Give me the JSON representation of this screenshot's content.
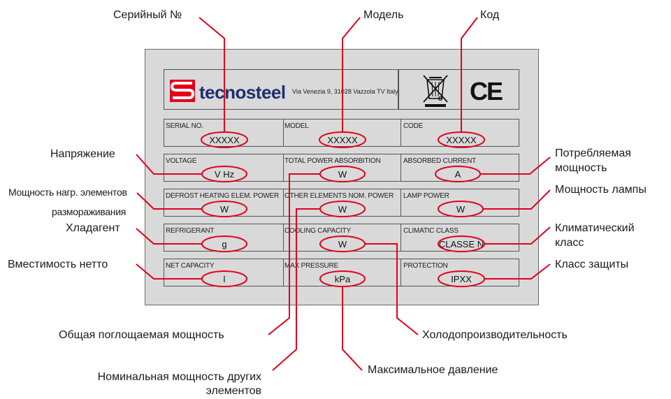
{
  "header": {
    "brand": "tecnosteel",
    "address": "Via Venezia 9, 31028 Vazzola TV Italy",
    "ce_mark": "CE"
  },
  "plate_rows": [
    {
      "cells": [
        {
          "label": "SERIAL NO.",
          "value": "XXXXX"
        },
        {
          "label": "MODEL",
          "value": "XXXXX"
        },
        {
          "label": "CODE",
          "value": "XXXXX"
        }
      ]
    },
    {
      "cells": [
        {
          "label": "VOLTAGE",
          "value": "V Hz"
        },
        {
          "label": "TOTAL POWER ABSORBITION",
          "value": "W"
        },
        {
          "label": "ABSORBED CURRENT",
          "value": "A"
        }
      ]
    },
    {
      "cells": [
        {
          "label": "DEFROST HEATING ELEM. POWER",
          "value": "W"
        },
        {
          "label": "OTHER ELEMENTS NOM. POWER",
          "value": "W"
        },
        {
          "label": "LAMP POWER",
          "value": "W"
        }
      ]
    },
    {
      "cells": [
        {
          "label": "REFRIGERANT",
          "value": "g"
        },
        {
          "label": "COOLING CAPACITY",
          "value": "W"
        },
        {
          "label": "CLIMATIC CLASS",
          "value": "CLASSE N"
        }
      ]
    },
    {
      "cells": [
        {
          "label": "NET CAPACITY",
          "value": "l"
        },
        {
          "label": "MAX PRESSURE",
          "value": "kPa"
        },
        {
          "label": "PROTECTION",
          "value": "IPXX"
        }
      ]
    }
  ],
  "annotations": {
    "serial": "Серийный №",
    "model": "Модель",
    "code": "Код",
    "voltage": "Напряжение",
    "absorbed_current_1": "Потребляемая",
    "absorbed_current_2": "мощность",
    "defrost_1": "Мощность нагр. элементов",
    "defrost_2": "размораживания",
    "lamp_power": "Мощность лампы",
    "refrigerant": "Хладагент",
    "climatic_1": "Климатический",
    "climatic_2": "класс",
    "net_capacity": "Вместимость нетто",
    "protection": "Класс защиты",
    "total_power": "Общая поглощаемая мощность",
    "cooling_capacity": "Холодопроизводительность",
    "other_power_1": "Номинальная мощность других",
    "other_power_2": "элементов",
    "max_pressure": "Максимальное давление"
  },
  "colors": {
    "callout": "#e2001a",
    "plate": "#d9d9d9",
    "brand": "#1f2f6e",
    "logo_red": "#e2001a"
  },
  "icons": [
    "tecnosteel-logo-icon",
    "weee-crossed-bin-icon"
  ]
}
